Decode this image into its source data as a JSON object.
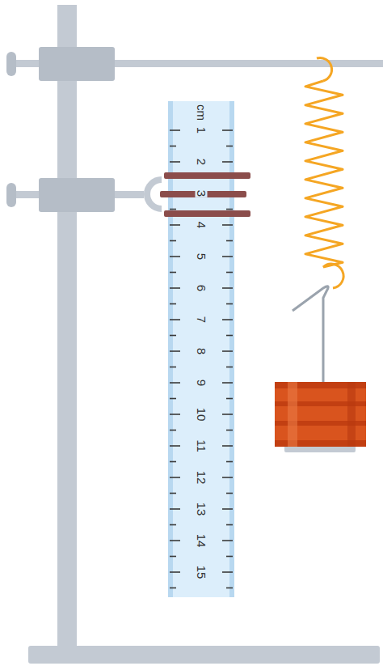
{
  "diagram": {
    "labels": [
      "cm",
      "1",
      "2",
      "3",
      "4",
      "5",
      "6",
      "7",
      "8",
      "9",
      "10",
      "11",
      "12",
      "13",
      "14",
      "15"
    ]
  }
}
